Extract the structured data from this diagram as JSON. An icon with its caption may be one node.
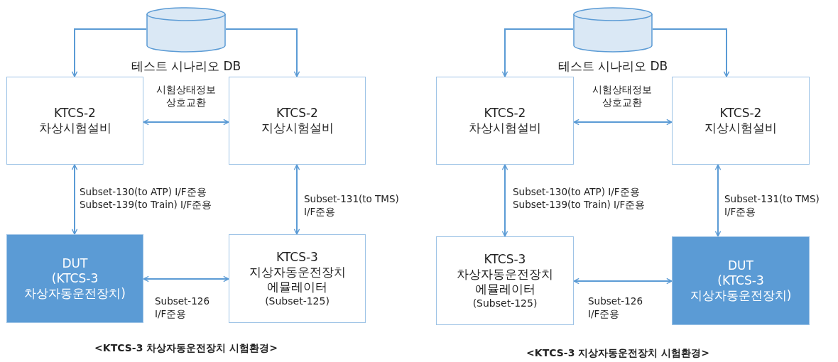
{
  "diagram": {
    "nodes": [
      {
        "text": [
          "테스트 시나리오 DB"
        ]
      },
      {
        "text": [
          "KTCS-2",
          "차상시험설비"
        ]
      },
      {
        "text": [
          "KTCS-2",
          "지상시험설비"
        ]
      },
      {
        "text": [
          "DUT",
          "(KTCS-3 차상자동운전장치)"
        ]
      },
      {
        "text": [
          "KTCS-3",
          "지상자동운전장치 에뮬레이터",
          "(Subset-125)"
        ]
      },
      {
        "text": [
          "테스트 시나리오 DB"
        ]
      },
      {
        "text": [
          "KTCS-2",
          "차상시험설비"
        ]
      },
      {
        "text": [
          "KTCS-2",
          "지상시험설비"
        ]
      },
      {
        "text": [
          "KTCS-3",
          "차상자동운전장치 에뮬레이터",
          "(Subset-125)"
        ]
      },
      {
        "text": [
          "DUT",
          "(KTCS-3 지상자동운전장치)"
        ]
      }
    ],
    "edges": [
      {
        "from": 0,
        "to": 1,
        "arrow": "to"
      },
      {
        "from": 0,
        "to": 2,
        "arrow": "to"
      },
      {
        "from": 1,
        "to": 2,
        "arrow": "both",
        "label": "시험상태정보 상호교환"
      },
      {
        "from": 1,
        "to": 3,
        "arrow": "both",
        "label": "Subset-130(to ATP) I/F준용 Subset-139(to Train) I/F준용"
      },
      {
        "from": 2,
        "to": 4,
        "arrow": "both",
        "label": "Subset-131(to TMS) I/F준용"
      },
      {
        "from": 3,
        "to": 4,
        "arrow": "both",
        "label": "Subset-126 I/F준용"
      },
      {
        "from": 5,
        "to": 6,
        "arrow": "to"
      },
      {
        "from": 5,
        "to": 7,
        "arrow": "to"
      },
      {
        "from": 6,
        "to": 7,
        "arrow": "both",
        "label": "시험상태정보 상호교환"
      },
      {
        "from": 6,
        "to": 8,
        "arrow": "both",
        "label": "Subset-130(to ATP) I/F준용 Subset-139(to Train) I/F준용"
      },
      {
        "from": 7,
        "to": 9,
        "arrow": "both",
        "label": "Subset-131(to TMS) I/F준용"
      },
      {
        "from": 8,
        "to": 9,
        "arrow": "both",
        "label": "Subset-126 I/F준용"
      }
    ],
    "labels": [
      "<KTCS-3 차상자동운전장치 시험환경>",
      "<KTCS-3 지상자동운전장치 시험환경>"
    ]
  }
}
